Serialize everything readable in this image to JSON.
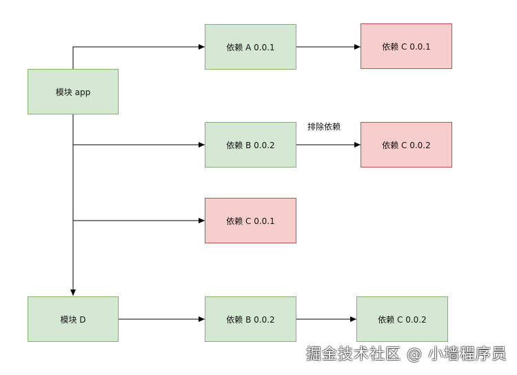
{
  "nodes": {
    "module_app": "模块 app",
    "dep_a_001": "依赖 A 0.0.1",
    "dep_c_001_via_a": "依赖 C 0.0.1",
    "dep_b_002": "依赖 B 0.0.2",
    "dep_c_002_via_b": "依赖 C 0.0.2",
    "dep_c_001_direct": "依赖 C 0.0.1",
    "module_d": "模块 D",
    "dep_b_002_via_d": "依赖 B 0.0.2",
    "dep_c_002_via_d": "依赖 C 0.0.2"
  },
  "edge_labels": {
    "exclude": "排除依赖"
  },
  "watermark": "掘金技术社区 @ 小墙程序员",
  "colors": {
    "green_fill": "#d5e8d4",
    "green_border": "#82b366",
    "red_fill": "#f8cecc",
    "red_border": "#b85450",
    "line": "#000000"
  }
}
